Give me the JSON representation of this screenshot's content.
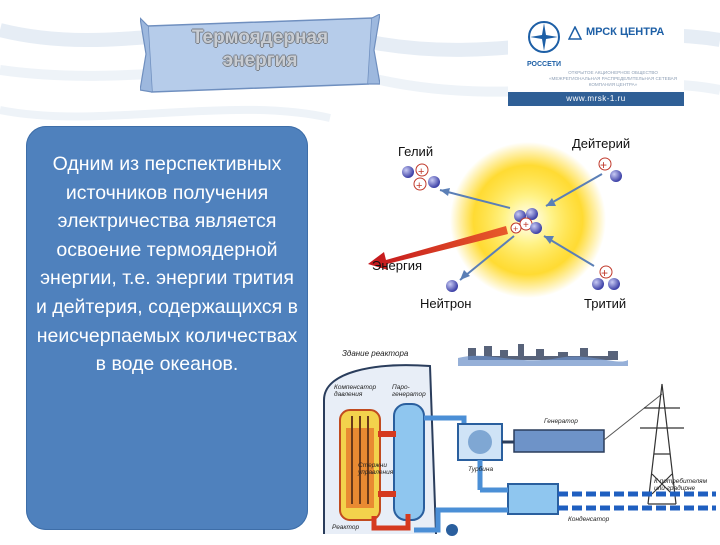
{
  "title": {
    "line1": "Термоядерная",
    "line2": "энергия"
  },
  "logo": {
    "rosseti": "РОССЕТИ",
    "mrsk": "МРСК ЦЕНТРА",
    "small_text": "ОТКРЫТОЕ АКЦИОНЕРНОЕ ОБЩЕСТВО «МЕЖРЕГИОНАЛЬНАЯ РАСПРЕДЕЛИТЕЛЬНАЯ СЕТЕВАЯ КОМПАНИЯ ЦЕНТРА»",
    "url": "www.mrsk-1.ru"
  },
  "panel": {
    "text": "Одним из перспективных источников получения электричества является освоение термоядерной энергии, т.е. энергии трития и дейтерия, содержащихся в неисчерпаемых количествах в воде океанов."
  },
  "fusion": {
    "helium": "Гелий",
    "deuterium": "Дейтерий",
    "energy": "Энергия",
    "neutron": "Нейтрон",
    "tritium": "Тритий",
    "colors": {
      "proton": "#c0392b",
      "neutron": "#4a4fb0",
      "glow": "#ffd200"
    }
  },
  "reactor": {
    "building": "Здание реактора",
    "pressure_compensator": "Компенсатор давления",
    "steam_generator": "Паро-генератор",
    "control_rods": "Стержни управления",
    "reactor": "Реактор",
    "generator": "Генератор",
    "turbine": "Турбина",
    "condenser": "Конденсатор",
    "to_consumers": "К потребителям или градирне"
  }
}
